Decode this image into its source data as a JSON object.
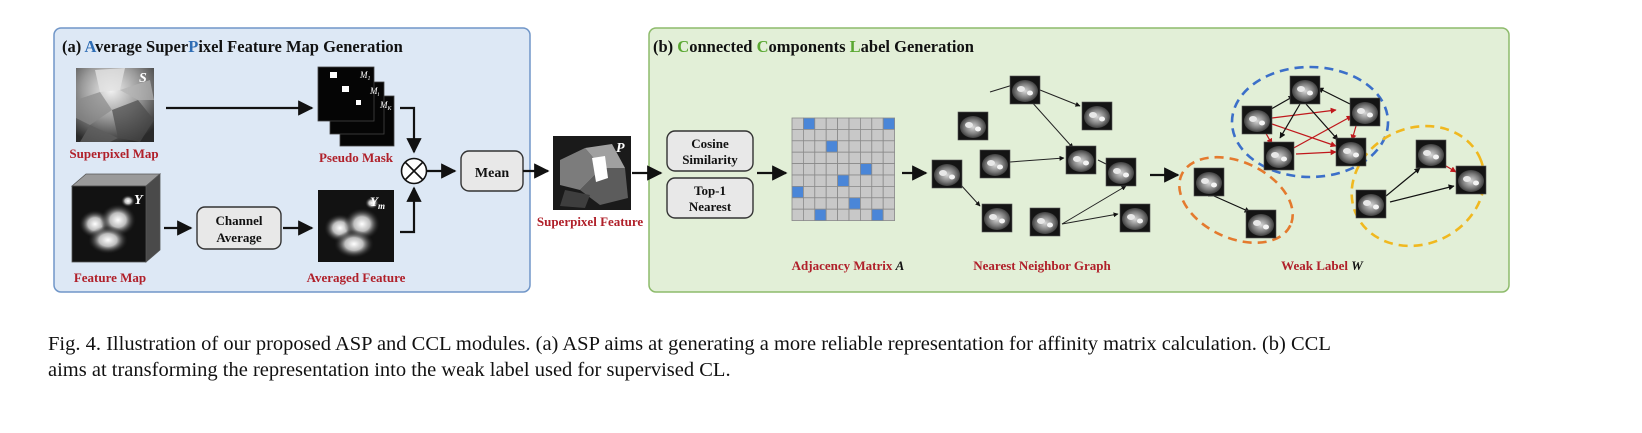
{
  "panel_a": {
    "title": {
      "prefix": "(a) ",
      "w1_hl": "A",
      "w1_rest": "verage ",
      "w2_a": "Super",
      "w2_hl": "P",
      "w2_b": "ixel Feature Map Generation"
    },
    "superpixel_map_label": "Superpixel Map",
    "superpixel_map_symbol": "S",
    "pseudo_mask_label": "Pseudo Mask",
    "mask_symbols": [
      "M",
      "M",
      "M"
    ],
    "mask_subscripts": [
      "1",
      "i",
      "K"
    ],
    "feature_map_label": "Feature Map",
    "feature_map_symbol": "Y",
    "channel_average_line1": "Channel",
    "channel_average_line2": "Average",
    "averaged_feature_label": "Averaged Feature",
    "averaged_feature_symbol": "Y",
    "averaged_feature_subscript": "m",
    "mean_label": "Mean",
    "multiply_symbol": "⊗"
  },
  "superpixel_feature_label": "Superpixel Feature",
  "superpixel_feature_symbol": "P",
  "panel_b": {
    "title": {
      "prefix": "(b) ",
      "w1_hl": "C",
      "w1_rest": "onnected ",
      "w2_hl": "C",
      "w2_rest": "omponents ",
      "w3_hl": "L",
      "w3_rest": "abel Generation"
    },
    "cosine_line1": "Cosine",
    "cosine_line2": "Similarity",
    "top1_line1": "Top-1",
    "top1_line2": "Nearest",
    "adjacency_label": "Adjacency Matrix ",
    "adjacency_symbol": "A",
    "graph_label": "Nearest Neighbor Graph",
    "weak_label": "Weak Label ",
    "weak_symbol": "W"
  },
  "colors": {
    "panel_a_bg": "#dde8f5",
    "panel_a_border": "#7096c8",
    "panel_b_bg": "#e2efd7",
    "panel_b_border": "#8dbb6b",
    "title_blue": "#2e6db5",
    "title_green": "#5aa832",
    "label_red": "#b0202a",
    "box_fill": "#e8e8e8",
    "box_stroke": "#333333",
    "matrix_blue": "#4a86d8",
    "matrix_grey": "#c8c8c8",
    "ellipse_blue": "#3b6fc9",
    "ellipse_orange": "#e47a2e",
    "ellipse_yellow": "#f0b81f",
    "edge_red": "#c0181c"
  },
  "caption": {
    "line1": "Fig. 4.  Illustration of our proposed ASP and CCL modules. (a) ASP aims at generating a more reliable representation for affinity matrix calculation. (b) CCL",
    "line2": "aims at transforming the representation into the weak label used for supervised CL."
  }
}
